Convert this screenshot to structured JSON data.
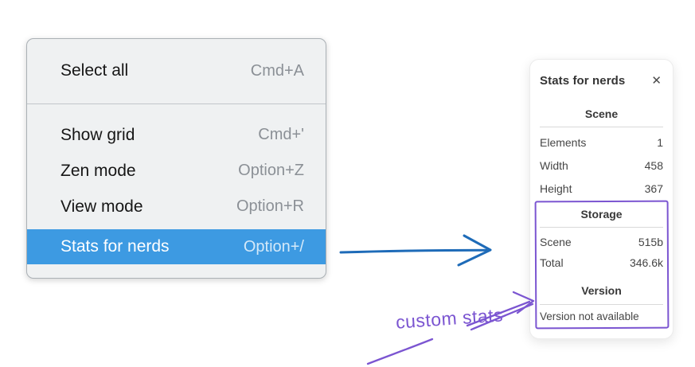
{
  "context_menu": {
    "items": [
      {
        "label": "Select all",
        "shortcut": "Cmd+A"
      },
      {
        "label": "Show grid",
        "shortcut": "Cmd+'"
      },
      {
        "label": "Zen mode",
        "shortcut": "Option+Z"
      },
      {
        "label": "View mode",
        "shortcut": "Option+R"
      },
      {
        "label": "Stats for nerds",
        "shortcut": "Option+/"
      }
    ],
    "selected_item": "Stats for nerds"
  },
  "stats_panel": {
    "title": "Stats for nerds",
    "close_icon": "✕",
    "sections": [
      {
        "heading": "Scene",
        "rows": [
          {
            "label": "Elements",
            "value": "1"
          },
          {
            "label": "Width",
            "value": "458"
          },
          {
            "label": "Height",
            "value": "367"
          }
        ]
      },
      {
        "heading": "Storage",
        "rows": [
          {
            "label": "Scene",
            "value": "515b"
          },
          {
            "label": "Total",
            "value": "346.6k"
          }
        ]
      },
      {
        "heading": "Version",
        "note": "Version not available"
      }
    ]
  },
  "annotation": {
    "label": "custom stats"
  },
  "colors": {
    "highlight_blue": "#3d9ae2",
    "arrow_blue": "#1e6bb8",
    "annotation_purple": "#7b55d1",
    "menu_background": "#eff1f2",
    "panel_background": "#ffffff"
  }
}
